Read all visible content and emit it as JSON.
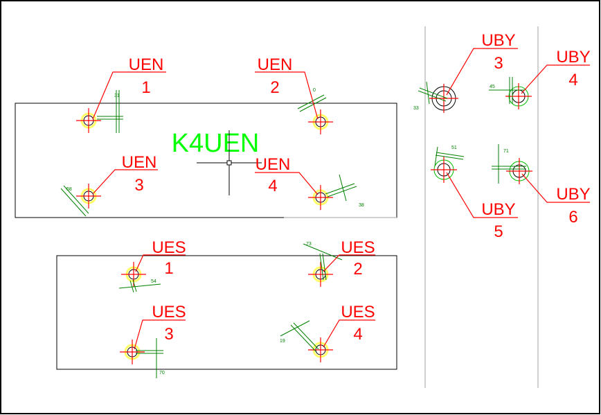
{
  "drawing": {
    "title": "K4UEN",
    "colors": {
      "frame": "#000000",
      "label": "#ff0000",
      "dimension": "#008000",
      "title": "#00ff00",
      "highlight": "#ffff66",
      "guide": "#c0c0c0"
    },
    "uen": [
      {
        "name": "UEN",
        "num": "1",
        "dim": "31"
      },
      {
        "name": "UEN",
        "num": "2",
        "dim": "0"
      },
      {
        "name": "UEN",
        "num": "3",
        "dim": "58"
      },
      {
        "name": "UEN",
        "num": "4",
        "dim": "38"
      }
    ],
    "ues": [
      {
        "name": "UES",
        "num": "1",
        "dim": "54"
      },
      {
        "name": "UES",
        "num": "2",
        "dim": "73"
      },
      {
        "name": "UES",
        "num": "3",
        "dim": "70"
      },
      {
        "name": "UES",
        "num": "4",
        "dim": "19"
      }
    ],
    "uby": [
      {
        "name": "UBY",
        "num": "3",
        "dim": "33"
      },
      {
        "name": "UBY",
        "num": "4",
        "dim": "45"
      },
      {
        "name": "UBY",
        "num": "5",
        "dim": "51"
      },
      {
        "name": "UBY",
        "num": "6",
        "dim": "71"
      }
    ]
  }
}
